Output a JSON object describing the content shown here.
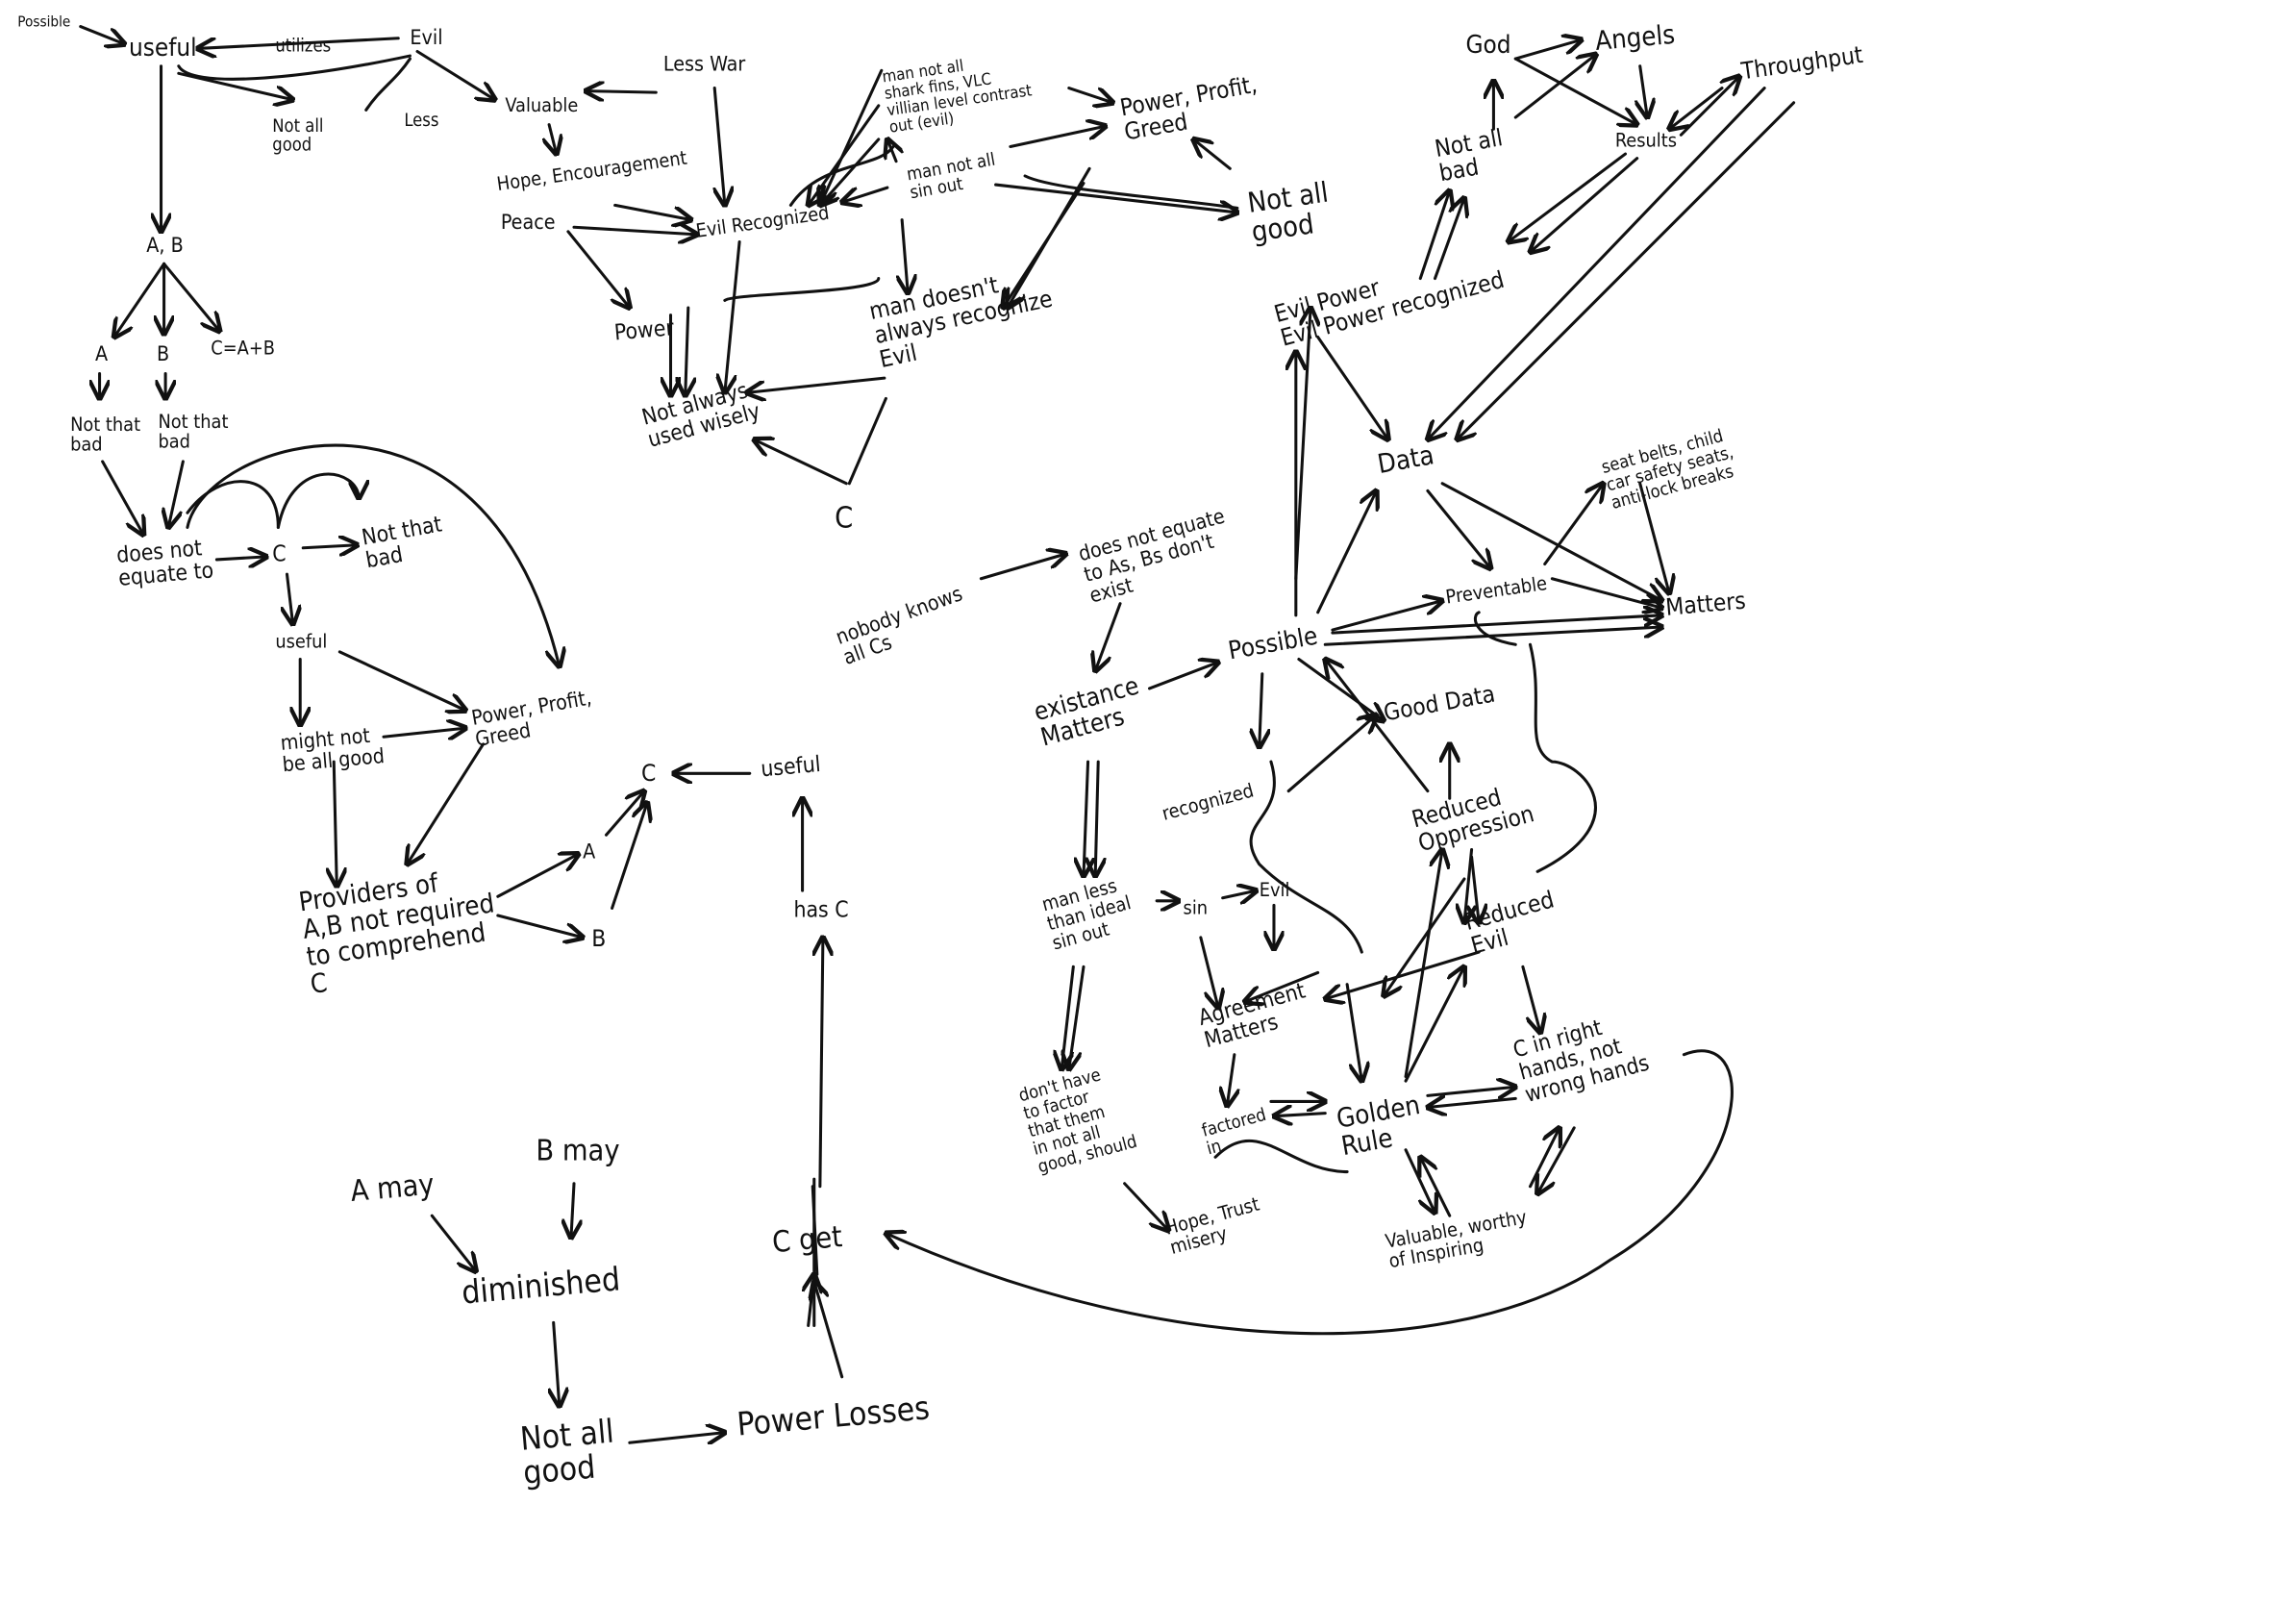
{
  "nodes": {
    "possible_tl": [
      "Possible"
    ],
    "useful_tl": [
      "useful"
    ],
    "utilizes": [
      "utilizes"
    ],
    "evil_tl": [
      "Evil"
    ],
    "not_all_good_tl": [
      "Not all",
      "good"
    ],
    "less": [
      "Less"
    ],
    "ab": [
      "A, B"
    ],
    "a1": [
      "A"
    ],
    "b1": [
      "B"
    ],
    "c_sum": [
      "C=A+B"
    ],
    "ntb_a": [
      "Not that",
      "bad"
    ],
    "ntb_b": [
      "Not that",
      "bad"
    ],
    "does_not_equate": [
      "does not",
      "equate to"
    ],
    "c1": [
      "C"
    ],
    "ntb_c": [
      "Not that",
      "bad"
    ],
    "useful2": [
      "useful"
    ],
    "might_not": [
      "might not",
      "be all good"
    ],
    "ppg1": [
      "Power, Profit,",
      "Greed"
    ],
    "providers": [
      "Providers of",
      "A,B not required",
      "to comprehend",
      "C"
    ],
    "a2": [
      "A"
    ],
    "b2": [
      "B"
    ],
    "c2": [
      "C"
    ],
    "useful3": [
      "useful"
    ],
    "has_c": [
      "has C"
    ],
    "a_may": [
      "A may"
    ],
    "b_may": [
      "B may"
    ],
    "diminished": [
      "diminished"
    ],
    "not_all_good_bl": [
      "Not all",
      "good"
    ],
    "power_losses": [
      "Power Losses"
    ],
    "c_get": [
      "C get"
    ],
    "valuable": [
      "Valuable"
    ],
    "less_war": [
      "Less War"
    ],
    "hope_enc": [
      "Hope, Encouragement"
    ],
    "peace": [
      "Peace"
    ],
    "evil_recognized": [
      "Evil Recognized"
    ],
    "man_shark": [
      "man not all",
      "shark fins, VLC",
      "villian level contrast",
      "out (evil)"
    ],
    "man_sin": [
      "man not all",
      "sin out"
    ],
    "ppg2": [
      "Power, Profit,",
      "Greed"
    ],
    "not_all_good_tm": [
      "Not all",
      "good"
    ],
    "power": [
      "Power"
    ],
    "not_always": [
      "Not always",
      "used wisely"
    ],
    "man_doesnt": [
      "man doesn't",
      "always recognize",
      "Evil"
    ],
    "c3": [
      "C"
    ],
    "god": [
      "God"
    ],
    "angels": [
      "Angels"
    ],
    "throughput": [
      "Throughput"
    ],
    "results": [
      "Results"
    ],
    "not_all_bad": [
      "Not all",
      "bad"
    ],
    "evil_power": [
      "Evil Power",
      "Evil Power recognized"
    ],
    "data": [
      "Data"
    ],
    "seat_belts": [
      "seat belts, child",
      "car safety seats,",
      "anti-lock breaks"
    ],
    "preventable": [
      "Preventable"
    ],
    "matters": [
      "Matters"
    ],
    "dne_as": [
      "does not equate",
      "to As, Bs don't",
      "exist"
    ],
    "nobody": [
      "nobody knows",
      "all Cs"
    ],
    "possible_r": [
      "Possible"
    ],
    "existance": [
      "existance",
      "Matters"
    ],
    "good_data": [
      "Good Data"
    ],
    "recognized": [
      "recognized"
    ],
    "reduced_opp": [
      "Reduced",
      "Oppression"
    ],
    "reduced_evil": [
      "Reduced",
      "Evil"
    ],
    "man_less": [
      "man less",
      "than ideal",
      "sin out"
    ],
    "sin": [
      "sin"
    ],
    "evil_r": [
      "Evil"
    ],
    "agreement": [
      "Agreement",
      "Matters"
    ],
    "dont_have": [
      "don't have",
      "to factor",
      "that them",
      "in not all",
      "good, should"
    ],
    "factored": [
      "factored",
      "in"
    ],
    "golden": [
      "Golden",
      "Rule"
    ],
    "c_right": [
      "C in right",
      "hands, not",
      "wrong hands"
    ],
    "hope_trust": [
      "Hope, Trust",
      "misery"
    ],
    "valuable_worthy": [
      "Valuable, worthy",
      "of Inspiring"
    ]
  },
  "colors": {
    "ink": "#111111",
    "background": "#ffffff"
  }
}
